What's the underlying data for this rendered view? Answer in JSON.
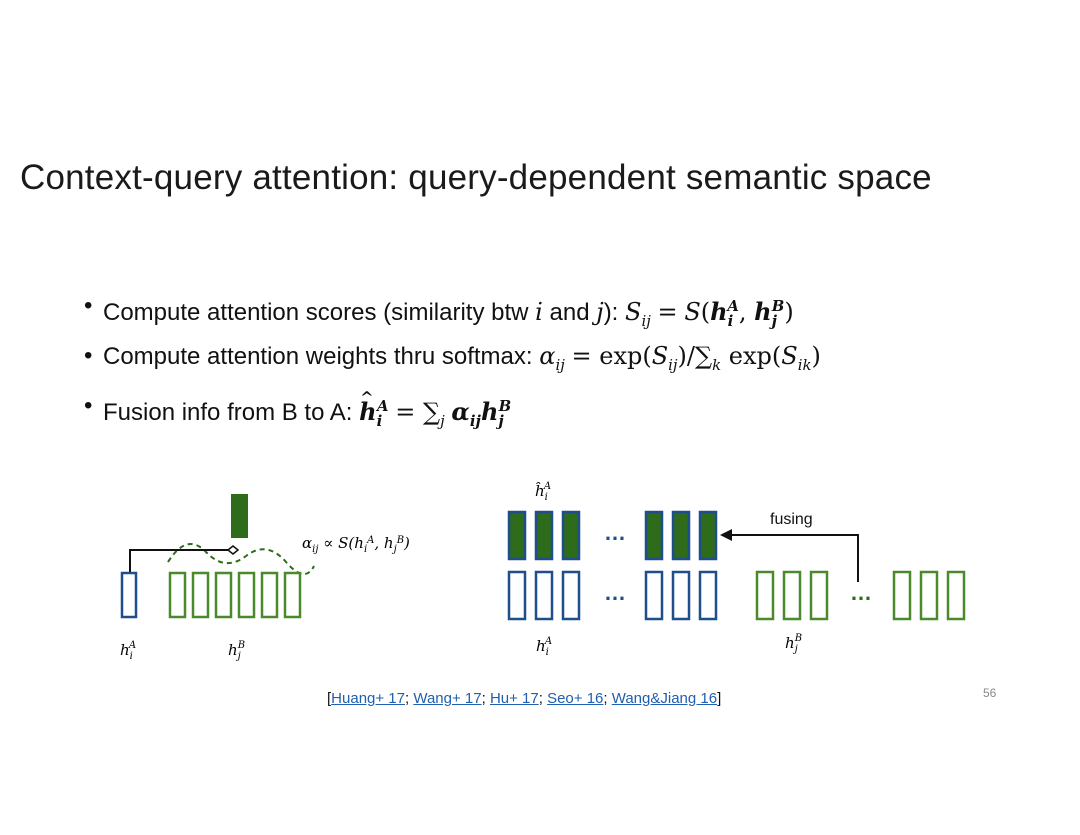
{
  "slide": {
    "title": "Context-query attention: query-dependent semantic space",
    "page_number": "56"
  },
  "bullets": [
    {
      "text": "Compute attention scores (similarity btw ",
      "i": "i",
      "and": " and ",
      "j": "j",
      "after": "):"
    },
    {
      "text": "Compute attention weights thru softmax:"
    },
    {
      "text": "Fusion info from B to A:"
    }
  ],
  "diagram": {
    "left_alpha_label": "α",
    "left_prop_label": "ij ∝ S(h",
    "left_hiA": "h",
    "left_hjB": "h",
    "top_hat_label": "h",
    "fusing_label": "fusing",
    "ellipsis": "…",
    "colors": {
      "green": "#2e6b1a",
      "blue": "#1f4e8c",
      "light_green": "#4a8a2a"
    }
  },
  "citations": {
    "open": "[",
    "items": [
      "Huang+ 17",
      "Wang+ 17",
      "Hu+ 17",
      "Seo+ 16",
      "Wang&Jiang 16"
    ],
    "separator": "; ",
    "close": "]"
  }
}
